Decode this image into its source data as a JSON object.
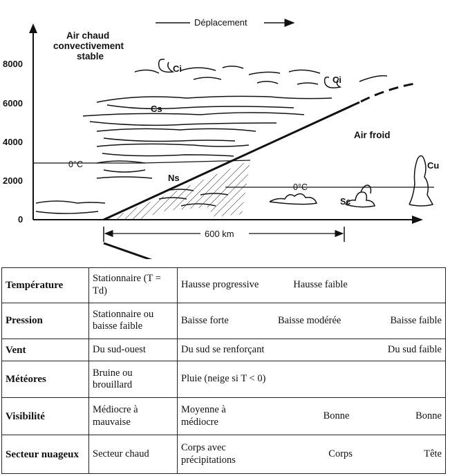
{
  "diagram": {
    "axis_ticks": [
      "8000",
      "6000",
      "4000",
      "2000",
      "0"
    ],
    "deplacement": "Déplacement",
    "air_chaud": [
      "Air chaud",
      "convectivement",
      "stable"
    ],
    "air_froid": "Air froid",
    "ci_1": "Ci",
    "ci_2": "Ci",
    "cs": "Cs",
    "ns": "Ns",
    "cu": "Cu",
    "sc": "Sc",
    "zero_left": "0°C",
    "zero_right": "0°C",
    "distance": "600 km"
  },
  "table": {
    "rows": [
      {
        "label": "Température",
        "col1": "Stationnaire (T = Td)",
        "col2": [
          "Hausse progressive",
          "Hausse faible"
        ]
      },
      {
        "label": "Pression",
        "col1": "Stationnaire ou baisse faible",
        "col2": [
          "Baisse forte",
          "Baisse modérée",
          "Baisse faible"
        ]
      },
      {
        "label": "Vent",
        "col1": "Du sud-ouest",
        "col2": [
          "Du sud se renforçant",
          "Du sud faible"
        ]
      },
      {
        "label": "Météores",
        "col1": "Bruine ou brouillard",
        "col2": [
          "Pluie (neige si T < 0)"
        ]
      },
      {
        "label": "Visibilité",
        "col1": "Médiocre à mauvaise",
        "col2": [
          "Moyenne à médiocre",
          "Bonne",
          "Bonne"
        ]
      },
      {
        "label": "Secteur nuageux",
        "col1": "Secteur chaud",
        "col2": [
          "Corps avec précipitations",
          "Corps",
          "Tête"
        ]
      }
    ]
  }
}
